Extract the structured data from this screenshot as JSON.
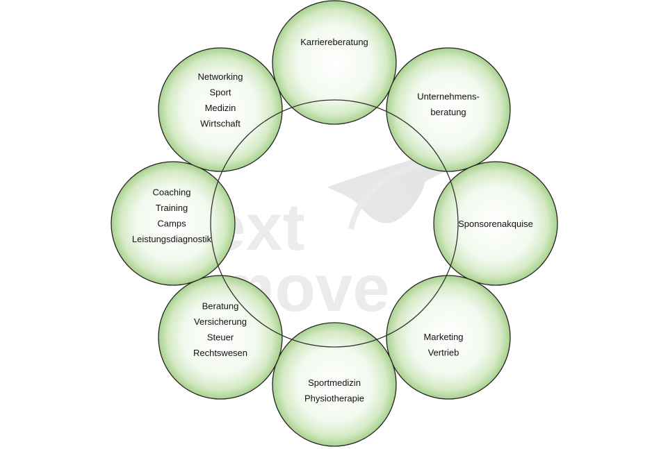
{
  "diagram": {
    "nodes": [
      {
        "id": "karriere",
        "lines": [
          "Karriereberatung"
        ]
      },
      {
        "id": "unternehmen",
        "lines": [
          "Unternehmens-",
          "beratung"
        ]
      },
      {
        "id": "sponsoren",
        "lines": [
          "Sponsorenakquise"
        ]
      },
      {
        "id": "marketing",
        "lines": [
          "Marketing",
          "Vertrieb"
        ]
      },
      {
        "id": "sportmedizin",
        "lines": [
          "Sportmedizin",
          "Physiotherapie"
        ]
      },
      {
        "id": "beratung",
        "lines": [
          "Beratung",
          "Versicherung",
          "Steuer",
          "Rechtswesen"
        ]
      },
      {
        "id": "coaching",
        "lines": [
          "Coaching",
          "Training",
          "Camps",
          "Leistungsdiagnostik"
        ]
      },
      {
        "id": "networking",
        "lines": [
          "Networking",
          "Sport",
          "Medizin",
          "Wirtschaft"
        ]
      }
    ],
    "watermark": {
      "line1": "ext",
      "line2": "move"
    },
    "colors": {
      "circle_fill_center": "#ffffff",
      "circle_fill_edge": "#a9d18e",
      "circle_stroke": "#222222",
      "watermark": "#d9d9d9"
    }
  }
}
